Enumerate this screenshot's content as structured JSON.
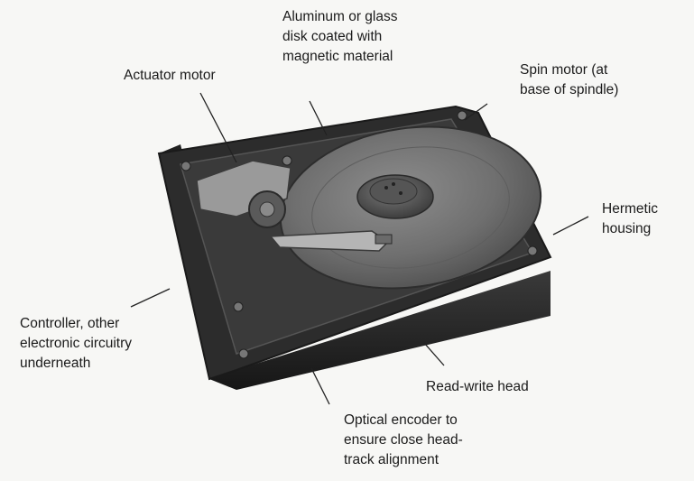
{
  "labels": {
    "disk": [
      "Aluminum or glass",
      "disk coated with",
      "magnetic material"
    ],
    "actuator_motor": [
      "Actuator motor"
    ],
    "spin_motor": [
      "Spin motor (at",
      "base of spindle)"
    ],
    "hermetic_housing": [
      "Hermetic",
      "housing"
    ],
    "controller": [
      "Controller, other",
      "electronic circuitry",
      "underneath"
    ],
    "read_write_head": [
      "Read-write head"
    ],
    "optical_encoder": [
      "Optical encoder to",
      "ensure close head-",
      "track alignment"
    ]
  }
}
